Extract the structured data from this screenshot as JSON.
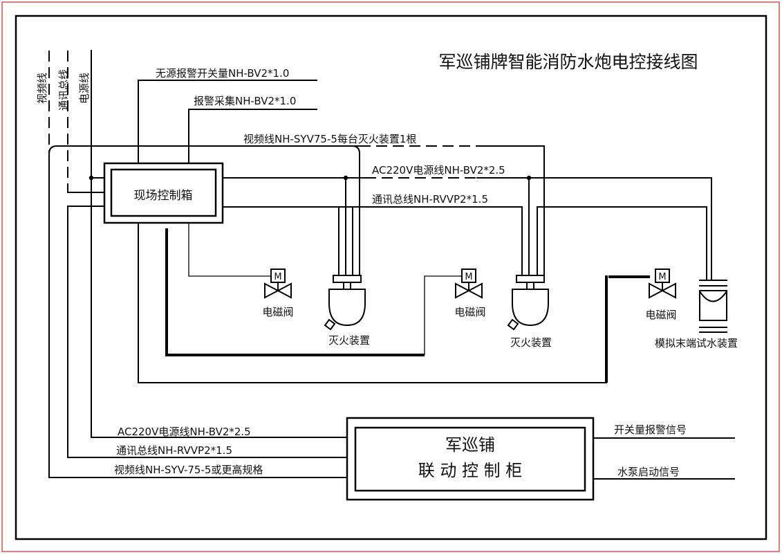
{
  "title": "军巡铺牌智能消防水炮电控接线图",
  "legend_lines": {
    "video": "视频线",
    "comm": "通讯总线",
    "power": "电源线"
  },
  "wire_labels": {
    "passive_alarm_switch": "无源报警开关量NH-BV2*1.0",
    "alarm_collect": "报警采集NH-BV2*1.0",
    "video_per_device": "视频线NH-SYV75-5每台灭火装置1根",
    "ac_power_top": "AC220V电源线NH-BV2*2.5",
    "comm_bus_top": "通讯总线NH-RVVP2*1.5",
    "ac_power_bottom": "AC220V电源线NH-BV2*2.5",
    "comm_bus_bottom": "通讯总线NH-RVVP2*1.5",
    "video_bottom": "视频线NH-SYV-75-5或更高规格"
  },
  "components": {
    "field_control_box": "现场控制箱",
    "solenoid_valve_1": "电磁阀",
    "solenoid_valve_2": "电磁阀",
    "solenoid_valve_3": "电磁阀",
    "valve_motor_glyph": "M",
    "extinguisher_1": "灭火装置",
    "extinguisher_2": "灭火装置",
    "end_test_device": "模拟末端试水装置",
    "cabinet_line1": "军巡铺",
    "cabinet_line2": "联 动 控 制 柜"
  },
  "outputs": {
    "switch_alarm_signal": "开关量报警信号",
    "pump_start_signal": "水泵启动信号"
  },
  "colors": {
    "outer_border": "#d9534f",
    "line": "#000000",
    "background": "#ffffff"
  }
}
